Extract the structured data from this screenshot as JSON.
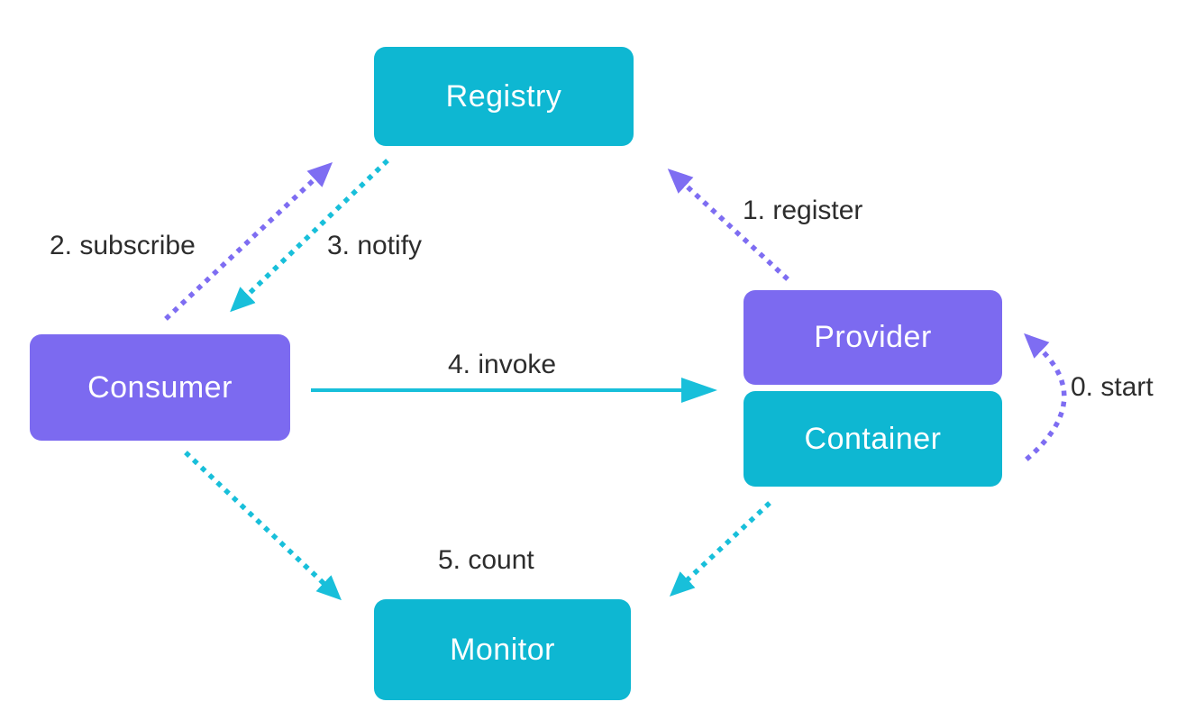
{
  "nodes": {
    "registry": {
      "label": "Registry"
    },
    "consumer": {
      "label": "Consumer"
    },
    "provider": {
      "label": "Provider"
    },
    "container": {
      "label": "Container"
    },
    "monitor": {
      "label": "Monitor"
    }
  },
  "edges": {
    "start": {
      "label": "0. start",
      "from": "container",
      "to": "provider",
      "line": "dotted",
      "color_key": "arrow_purple"
    },
    "register": {
      "label": "1. register",
      "from": "provider",
      "to": "registry",
      "line": "dotted",
      "color_key": "arrow_purple"
    },
    "subscribe": {
      "label": "2. subscribe",
      "from": "consumer",
      "to": "registry",
      "line": "dotted",
      "color_key": "arrow_purple"
    },
    "notify": {
      "label": "3. notify",
      "from": "registry",
      "to": "consumer",
      "line": "dotted",
      "color_key": "arrow_cyan"
    },
    "invoke": {
      "label": "4. invoke",
      "from": "consumer",
      "to": "provider",
      "line": "solid",
      "color_key": "arrow_cyan"
    },
    "count_from_consumer": {
      "label": "5. count",
      "from": "consumer",
      "to": "monitor",
      "line": "dotted",
      "color_key": "arrow_cyan"
    },
    "count_from_container": {
      "label": "5. count",
      "from": "container",
      "to": "monitor",
      "line": "dotted",
      "color_key": "arrow_cyan"
    }
  },
  "colors": {
    "node_cyan": "#0eb7d2",
    "node_purple": "#7c6af0",
    "arrow_cyan": "#18bfda",
    "arrow_purple": "#7e6df2",
    "node_text": "#ffffff",
    "label_text": "#2d2d2d",
    "background": "#ffffff"
  }
}
